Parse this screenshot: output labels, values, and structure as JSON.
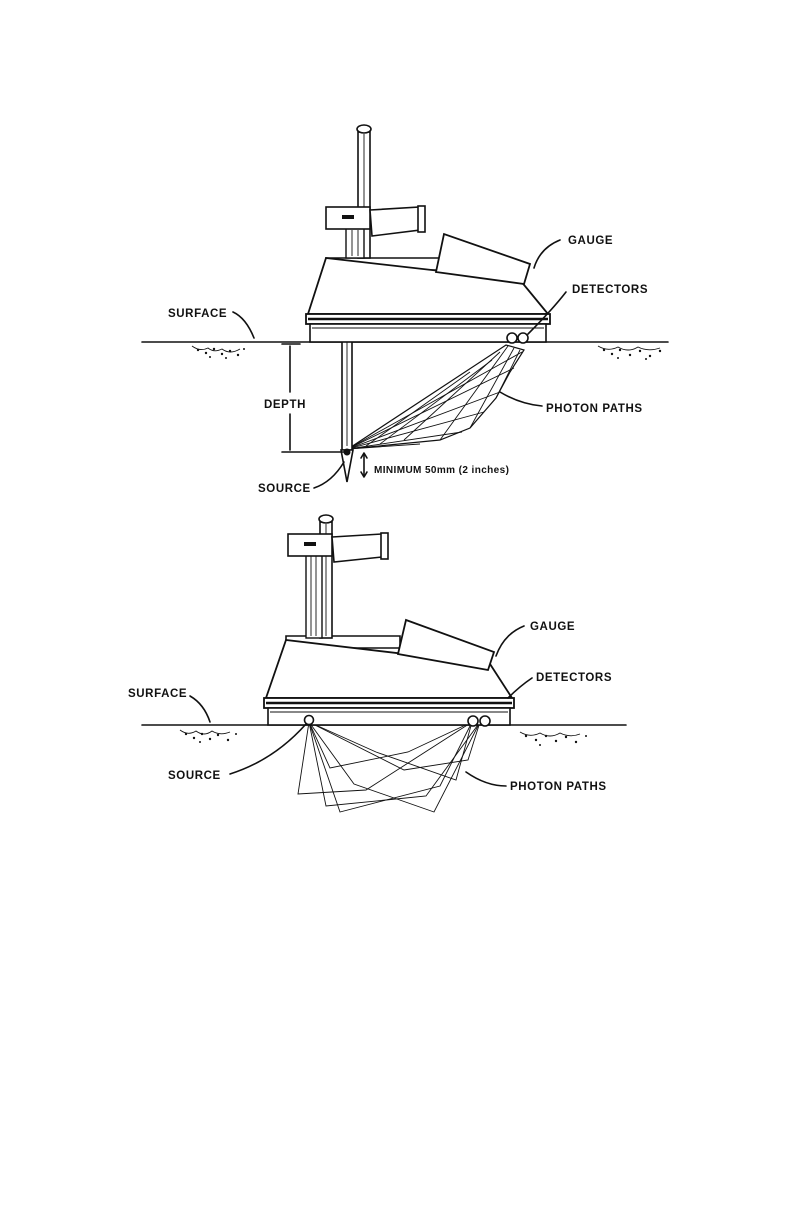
{
  "figure_top": {
    "gauge_label": "GAUGE",
    "detectors_label": "DETECTORS",
    "surface_label": "SURFACE",
    "depth_label": "DEPTH",
    "photon_paths_label": "PHOTON PATHS",
    "source_label": "SOURCE",
    "minimum_label": "MINIMUM  50mm (2 inches)"
  },
  "figure_bottom": {
    "gauge_label": "GAUGE",
    "detectors_label": "DETECTORS",
    "surface_label": "SURFACE",
    "source_label": "SOURCE",
    "photon_paths_label": "PHOTON PATHS"
  }
}
